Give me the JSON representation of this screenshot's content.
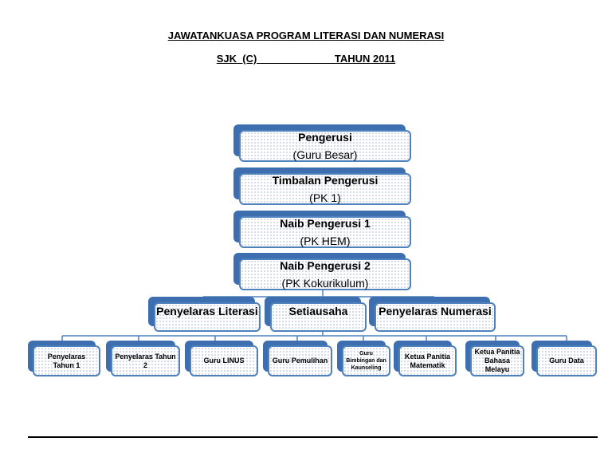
{
  "header": {
    "title": "JAWATANKUASA PROGRAM LITERASI DAN NUMERASI",
    "subtitle": "SJK  (C) _____________TAHUN 2011"
  },
  "chain": [
    {
      "title": "Pengerusi",
      "subtitle": "(Guru Besar)"
    },
    {
      "title": "Timbalan Pengerusi",
      "subtitle": "(PK 1)"
    },
    {
      "title": "Naib Pengerusi 1",
      "subtitle": "(PK HEM)"
    },
    {
      "title": "Naib Pengerusi 2",
      "subtitle": "(PK Kokurikulum)"
    }
  ],
  "middle": [
    {
      "title": "Penyelaras Literasi"
    },
    {
      "title": "Setiausaha"
    },
    {
      "title": "Penyelaras Numerasi"
    }
  ],
  "bottom": [
    {
      "title": "Penyelaras Tahun 1"
    },
    {
      "title": "Penyelaras Tahun 2"
    },
    {
      "title": "Guru LINUS"
    },
    {
      "title": "Guru Pemulihan"
    },
    {
      "title": "Guru Bimbingan dan Kaunseling"
    },
    {
      "title": "Ketua Panitia Matematik"
    },
    {
      "title": "Ketua Panitia Bahasa Melayu"
    },
    {
      "title": "Guru Data"
    }
  ],
  "colors": {
    "accent": "#3d6fb0",
    "border": "#4f81bd",
    "line": "#4f81bd"
  }
}
